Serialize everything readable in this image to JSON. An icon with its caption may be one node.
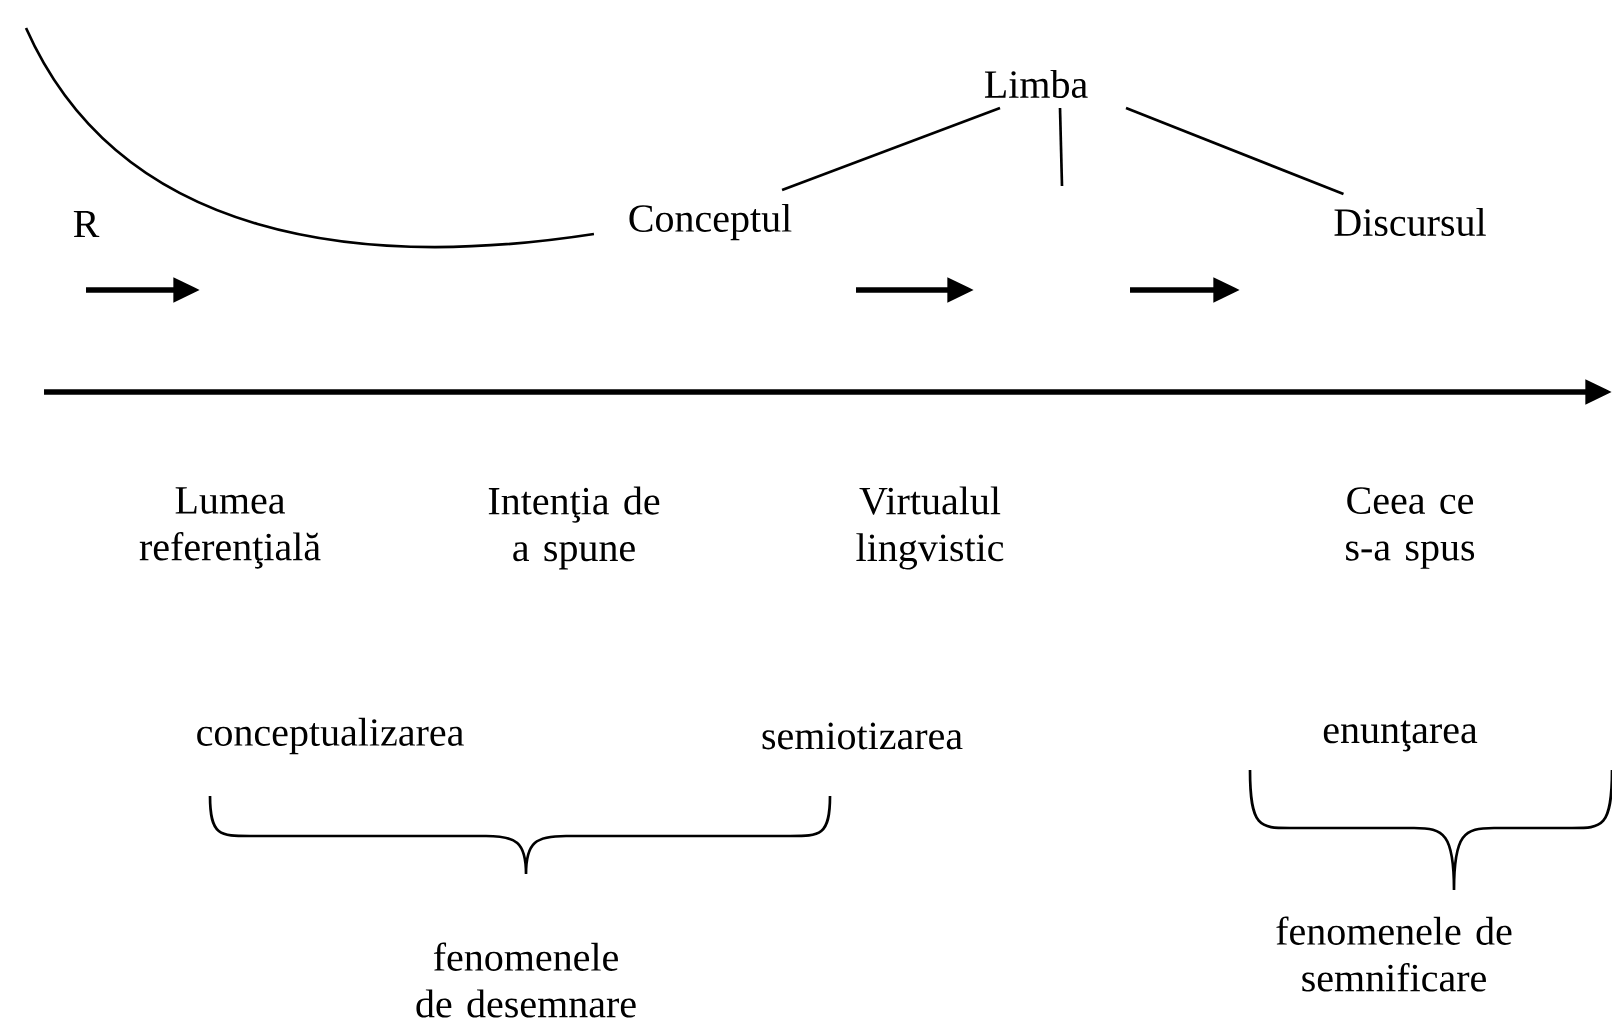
{
  "diagram": {
    "nodes": [
      {
        "text": [
          "Limba"
        ]
      },
      {
        "text": [
          "Conceptul"
        ]
      },
      {
        "text": [
          "Discursul"
        ]
      },
      {
        "text": [
          "R"
        ]
      }
    ],
    "edges": [
      {
        "from": 0,
        "to": 1,
        "arrow": "none"
      },
      {
        "from": 0,
        "to": null,
        "arrow": "none"
      },
      {
        "from": 0,
        "to": 2,
        "arrow": "none"
      },
      {
        "from": null,
        "to": 1,
        "arrow": "none"
      }
    ],
    "labels": [
      "Lumea referenţială",
      "Intenţia de a spune",
      "Virtualul lingvistic",
      "Ceea ce s-a spus",
      "conceptualizarea",
      "semiotizarea",
      "enunţarea",
      "fenomenele de desemnare",
      "fenomenele de semnificare"
    ]
  }
}
